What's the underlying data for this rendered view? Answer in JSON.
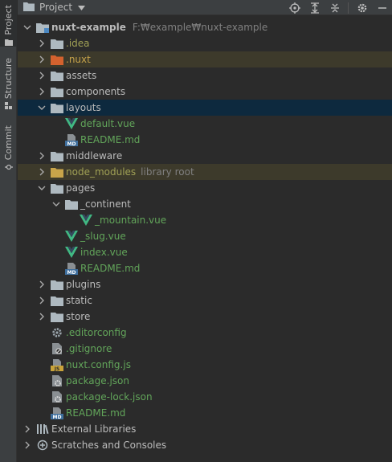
{
  "sidebar": {
    "tabs": [
      {
        "label": "Project"
      },
      {
        "label": "Structure"
      },
      {
        "label": "Commit"
      }
    ]
  },
  "header": {
    "title": "Project",
    "icons": [
      "locate-icon",
      "expand-all-icon",
      "collapse-all-icon",
      "settings-icon",
      "minimize-icon"
    ]
  },
  "tree": {
    "root": {
      "name": "nuxt-example",
      "path": "F:₩example₩nuxt-example"
    },
    "items": [
      {
        "label": ".idea"
      },
      {
        "label": ".nuxt"
      },
      {
        "label": "assets"
      },
      {
        "label": "components"
      },
      {
        "label": "layouts"
      },
      {
        "label": "default.vue"
      },
      {
        "label": "README.md"
      },
      {
        "label": "middleware"
      },
      {
        "label": "node_modules",
        "note": "library root"
      },
      {
        "label": "pages"
      },
      {
        "label": "_continent"
      },
      {
        "label": "_mountain.vue"
      },
      {
        "label": "_slug.vue"
      },
      {
        "label": "index.vue"
      },
      {
        "label": "README.md"
      },
      {
        "label": "plugins"
      },
      {
        "label": "static"
      },
      {
        "label": "store"
      },
      {
        "label": ".editorconfig"
      },
      {
        "label": ".gitignore"
      },
      {
        "label": "nuxt.config.js"
      },
      {
        "label": "package.json"
      },
      {
        "label": "package-lock.json"
      },
      {
        "label": "README.md"
      },
      {
        "label": "External Libraries"
      },
      {
        "label": "Scratches and Consoles"
      }
    ]
  },
  "colors": {
    "background": "#2b2b2b",
    "panel": "#3c3f41",
    "selection": "#0d293e",
    "excluded": "#3d3a2b",
    "vue_green": "#41b883",
    "folder": "#aeb9c0"
  }
}
